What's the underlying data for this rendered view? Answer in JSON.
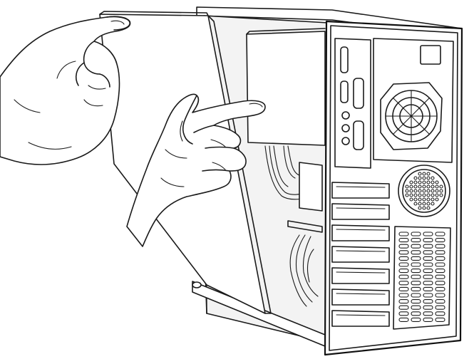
{
  "illustration": {
    "subject": "computer-tower-side-panel-removal",
    "colors": {
      "line": "#1a1a1a",
      "paper": "#ffffff"
    },
    "rear_panel": {
      "expansion_slot_count": 7,
      "port_count": 7,
      "fan_icon": "fan-grille-icon",
      "vent_icon": "round-vent-icon"
    }
  }
}
